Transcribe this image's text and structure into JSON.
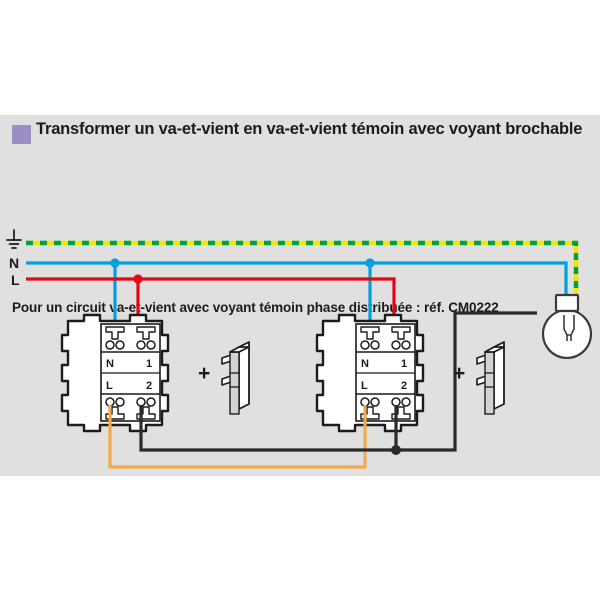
{
  "page": {
    "background": "#ffffff",
    "panel_background": "#e0e0e0"
  },
  "heading": {
    "bullet_color": "#9b8ec4",
    "title": "Transformer un va-et-vient en va-et-vient témoin avec voyant brochable",
    "subtitle": "Pour un circuit va-et-vient avec voyant témoin phase distribuée : réf. CM0222"
  },
  "diagram": {
    "rails": [
      {
        "id": "earth",
        "label": "",
        "symbol": "earth-symbol",
        "colors": [
          "#f5e500",
          "#00a04b"
        ],
        "style": "dashed-green-on-yellow"
      },
      {
        "id": "neutral",
        "label": "N",
        "color": "#00a0e0"
      },
      {
        "id": "line",
        "label": "L",
        "color": "#e30613"
      }
    ],
    "wire_colors": {
      "neutral": "#00a0e0",
      "line": "#e30613",
      "traveler": "#f5a94e",
      "switched": "#2b2b2b",
      "earth_yellow": "#f5e500",
      "earth_green": "#00a04b"
    },
    "switches": [
      {
        "name": "left-switch",
        "terminals": [
          {
            "label": "N",
            "position": "top-left"
          },
          {
            "label": "1",
            "position": "top-right"
          },
          {
            "label": "L",
            "position": "bottom-left"
          },
          {
            "label": "2",
            "position": "bottom-right"
          }
        ]
      },
      {
        "name": "right-switch",
        "terminals": [
          {
            "label": "N",
            "position": "top-left"
          },
          {
            "label": "1",
            "position": "top-right"
          },
          {
            "label": "L",
            "position": "bottom-left"
          },
          {
            "label": "2",
            "position": "bottom-right"
          }
        ]
      }
    ],
    "accessories": [
      {
        "name": "indicator-lamp-left",
        "plus_sign": "+",
        "description": "voyant brochable"
      },
      {
        "name": "indicator-lamp-right",
        "plus_sign": "+",
        "description": "voyant brochable"
      }
    ],
    "load": {
      "name": "lamp",
      "type": "incandescent-bulb"
    }
  }
}
